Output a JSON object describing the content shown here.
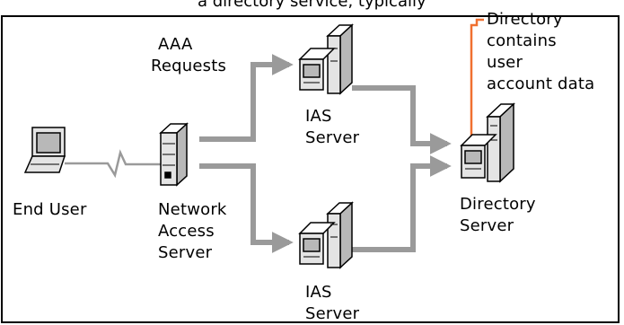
{
  "diagram": {
    "cut_title": "a directory service, typically",
    "labels": {
      "end_user": "End User",
      "nas_line1": "Network",
      "nas_line2": "Access",
      "nas_line3": "Server",
      "aaa_line1": "AAA",
      "aaa_line2": "Requests",
      "ias_top_line1": "IAS",
      "ias_top_line2": "Server",
      "ias_bottom_line1": "IAS",
      "ias_bottom_line2": "Server",
      "dir_line1": "Directory",
      "dir_line2": "Server",
      "note_line1": "Directory",
      "note_line2": "contains",
      "note_line3": "user",
      "note_line4": "account data"
    },
    "colors": {
      "arrow": "#9a9a9a",
      "note_line": "#f07030",
      "device_fill": "#e4e4e4",
      "device_shade": "#b8b8b8"
    }
  }
}
